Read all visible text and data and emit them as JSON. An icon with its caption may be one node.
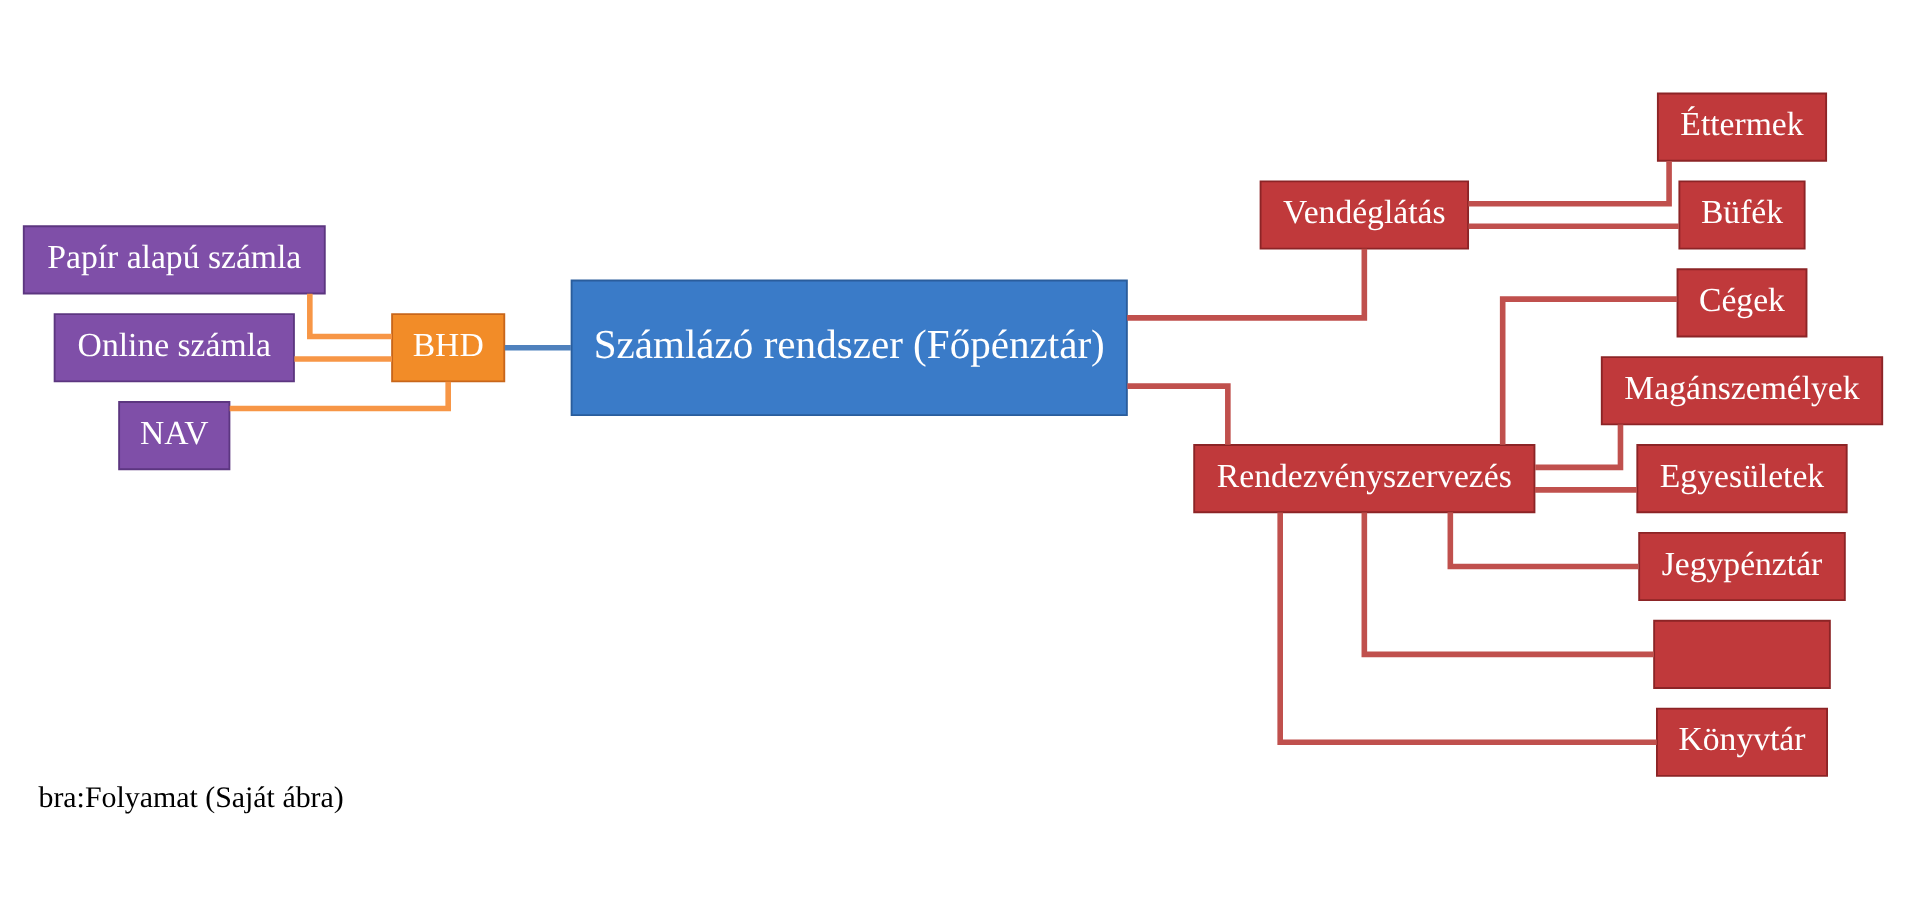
{
  "diagram": {
    "caption": "bra:Folyamat (Saját ábra)",
    "nodes": [
      {
        "text": [
          "Papír alapú számla"
        ]
      },
      {
        "text": [
          "Online számla"
        ]
      },
      {
        "text": [
          "NAV"
        ]
      },
      {
        "text": [
          "BHD"
        ]
      },
      {
        "text": [
          "Számlázó rendszer (Főpénztár)"
        ]
      },
      {
        "text": [
          "Vendéglátás"
        ]
      },
      {
        "text": [
          "Éttermek"
        ]
      },
      {
        "text": [
          "Büfék"
        ]
      },
      {
        "text": [
          "Rendezvényszervezés"
        ]
      },
      {
        "text": [
          "Cégek"
        ]
      },
      {
        "text": [
          "Magánszemélyek"
        ]
      },
      {
        "text": [
          "Egyesületek"
        ]
      },
      {
        "text": [
          "Jegypénztár"
        ]
      },
      {
        "text": [],
        "shape": "box"
      },
      {
        "text": [
          "Könyvtár"
        ]
      }
    ],
    "edges": [
      {
        "from": 0,
        "to": 3,
        "arrow": "none",
        "color": "#f79646"
      },
      {
        "from": 1,
        "to": 3,
        "arrow": "none",
        "color": "#f79646"
      },
      {
        "from": 2,
        "to": 3,
        "arrow": "none",
        "color": "#f79646"
      },
      {
        "from": 3,
        "to": 4,
        "arrow": "none",
        "color": "#4f81bd"
      },
      {
        "from": 4,
        "to": 5,
        "arrow": "none"
      },
      {
        "from": 4,
        "to": 8,
        "arrow": "none"
      },
      {
        "from": 5,
        "to": 6,
        "arrow": "none"
      },
      {
        "from": 5,
        "to": 7,
        "arrow": "none"
      },
      {
        "from": 8,
        "to": 9,
        "arrow": "none"
      },
      {
        "from": 8,
        "to": 10,
        "arrow": "none"
      },
      {
        "from": 8,
        "to": 11,
        "arrow": "none"
      },
      {
        "from": 8,
        "to": 12,
        "arrow": "none"
      },
      {
        "from": 8,
        "to": 13,
        "arrow": "none"
      },
      {
        "from": 8,
        "to": 14,
        "arrow": "none"
      }
    ]
  }
}
